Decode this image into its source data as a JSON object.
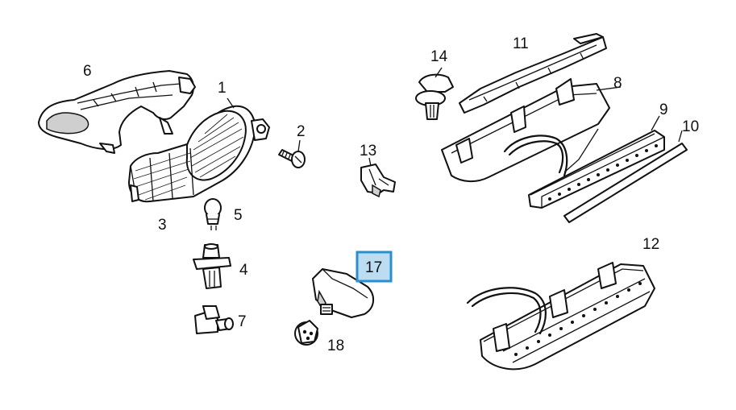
{
  "callouts": [
    {
      "id": "1",
      "text": "1"
    },
    {
      "id": "2",
      "text": "2"
    },
    {
      "id": "3",
      "text": "3"
    },
    {
      "id": "4",
      "text": "4"
    },
    {
      "id": "5",
      "text": "5"
    },
    {
      "id": "6",
      "text": "6"
    },
    {
      "id": "7",
      "text": "7"
    },
    {
      "id": "8",
      "text": "8"
    },
    {
      "id": "9",
      "text": "9"
    },
    {
      "id": "10",
      "text": "10"
    },
    {
      "id": "11",
      "text": "11"
    },
    {
      "id": "12",
      "text": "12"
    },
    {
      "id": "13",
      "text": "13"
    },
    {
      "id": "14",
      "text": "14"
    },
    {
      "id": "17",
      "text": "17",
      "highlighted": true
    },
    {
      "id": "18",
      "text": "18"
    }
  ],
  "colors": {
    "highlight_fill": "#bcdcf2",
    "highlight_border": "#2a8fd0",
    "line": "#111111",
    "background": "#ffffff"
  }
}
